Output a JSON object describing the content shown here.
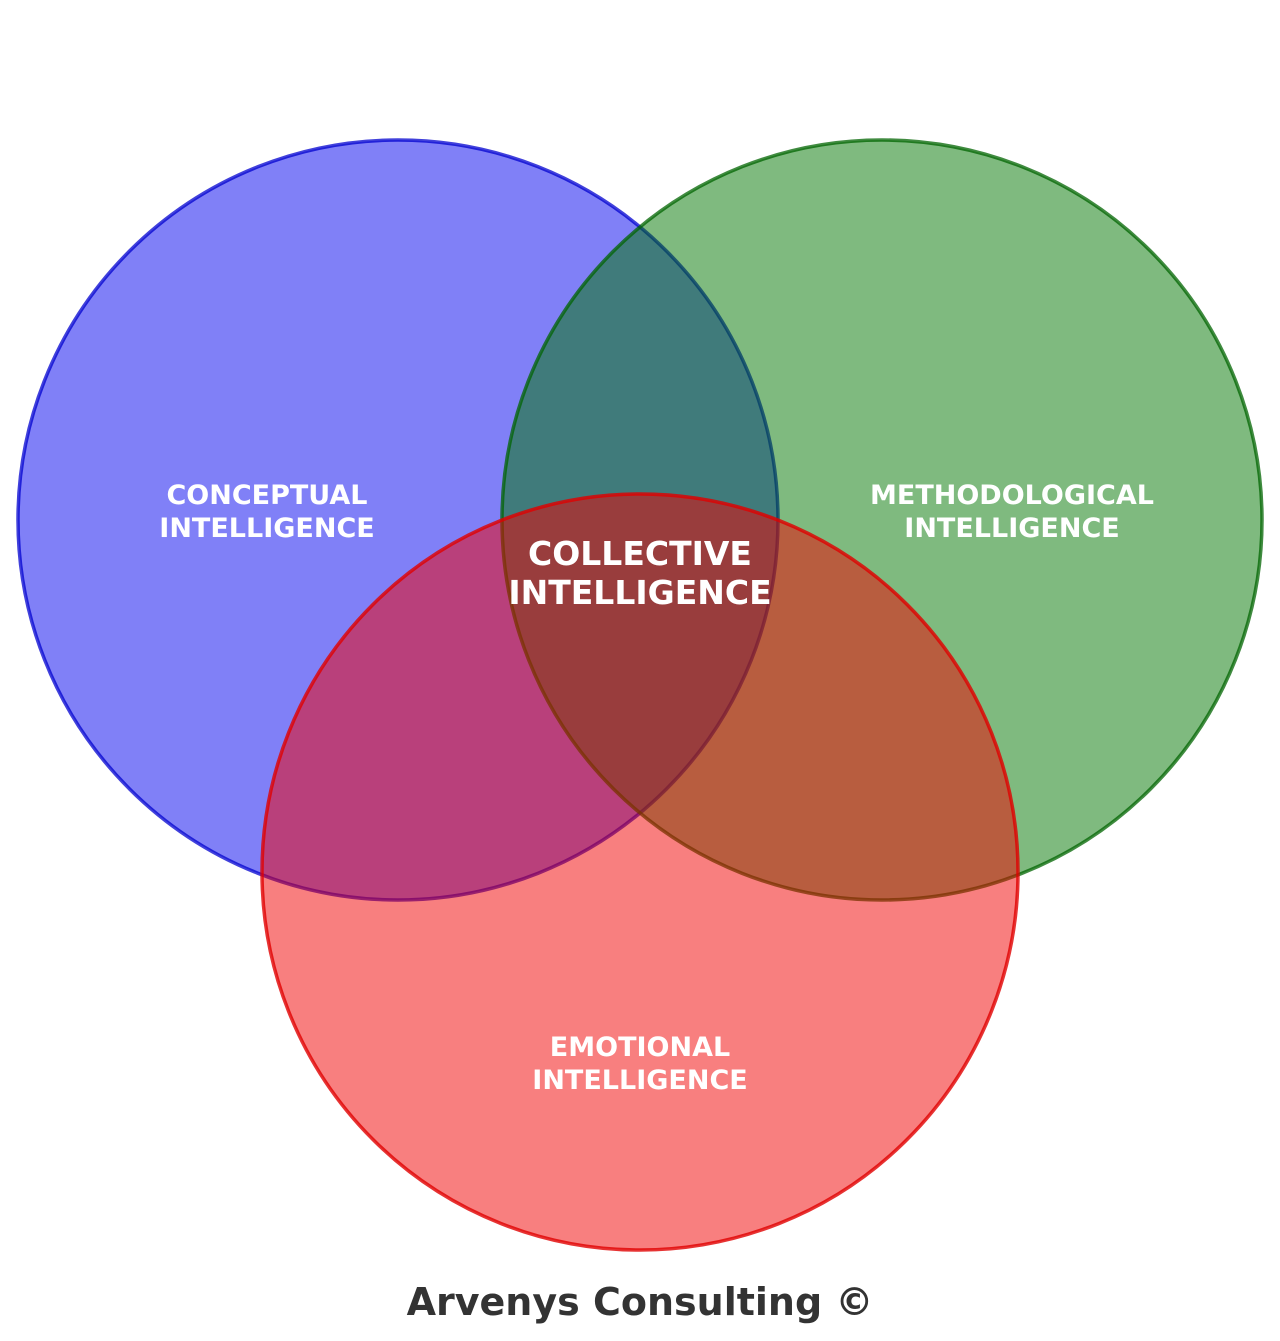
{
  "diagram": {
    "type": "venn3",
    "background_color": "#ffffff",
    "text_color": "#ffffff",
    "sets": [
      {
        "id": "conceptual",
        "label_line1": "CONCEPTUAL",
        "label_line2": "INTELLIGENCE",
        "fill": "#0101ef",
        "stroke": "#0101cf"
      },
      {
        "id": "methodological",
        "label_line1": "METHODOLOGICAL",
        "label_line2": "INTELLIGENCE",
        "fill": "#007500",
        "stroke": "#006400"
      },
      {
        "id": "emotional",
        "label_line1": "EMOTIONAL",
        "label_line2": "INTELLIGENCE",
        "fill": "#f10000",
        "stroke": "#e00000"
      }
    ],
    "triple_intersection": {
      "label_line1": "COLLECTIVE",
      "label_line2": "INTELLIGENCE"
    },
    "overlap_colors": {
      "blue_green": "#3d8080",
      "blue_red": "#c03f7f",
      "green_red": "#bf6040",
      "center": "#9f4545"
    }
  },
  "footer": {
    "text": "Arvenys Consulting ©",
    "color": "#333333"
  }
}
